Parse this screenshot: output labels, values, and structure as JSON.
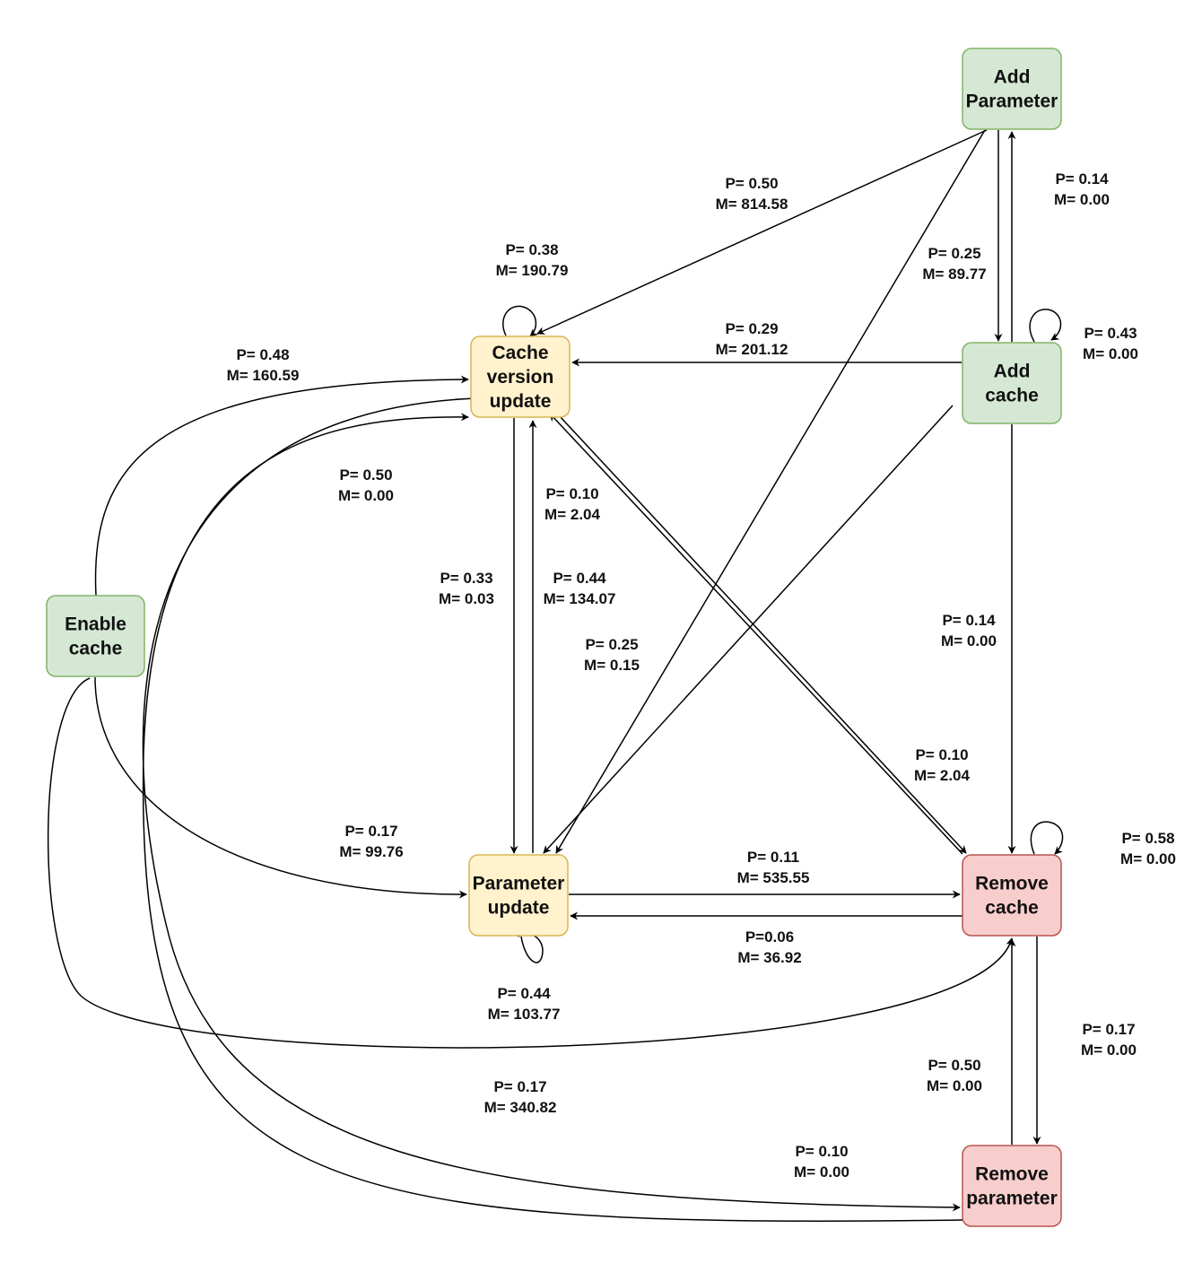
{
  "palette": {
    "green": {
      "fill": "#d5e8d4",
      "stroke": "#82b366"
    },
    "yellow": {
      "fill": "#fff2cc",
      "stroke": "#d6b656"
    },
    "red": {
      "fill": "#f8cecc",
      "stroke": "#b85450"
    }
  },
  "nodes": [
    {
      "id": "add_parameter",
      "lines": [
        "Add",
        "Parameter"
      ],
      "color": "green"
    },
    {
      "id": "add_cache",
      "lines": [
        "Add",
        "cache"
      ],
      "color": "green"
    },
    {
      "id": "enable_cache",
      "lines": [
        "Enable",
        "cache"
      ],
      "color": "green"
    },
    {
      "id": "cache_version_update",
      "lines": [
        "Cache",
        "version",
        "update"
      ],
      "color": "yellow"
    },
    {
      "id": "parameter_update",
      "lines": [
        "Parameter",
        "update"
      ],
      "color": "yellow"
    },
    {
      "id": "remove_cache",
      "lines": [
        "Remove",
        "cache"
      ],
      "color": "red"
    },
    {
      "id": "remove_parameter",
      "lines": [
        "Remove",
        "parameter"
      ],
      "color": "red"
    }
  ],
  "edges": [
    {
      "id": "e01",
      "from": "add_parameter",
      "to": "cache_version_update",
      "label": [
        "P= 0.50",
        "M= 814.58"
      ]
    },
    {
      "id": "e02",
      "from": "add_parameter",
      "to": "parameter_update",
      "label": [
        "P= 0.25",
        "M= 89.77"
      ]
    },
    {
      "id": "e03",
      "from": "add_parameter",
      "to": "add_cache",
      "label": []
    },
    {
      "id": "e04",
      "from": "add_cache",
      "to": "add_parameter",
      "label": [
        "P= 0.14",
        "M= 0.00"
      ]
    },
    {
      "id": "e05",
      "from": "add_cache",
      "to": "add_cache",
      "label": [
        "P= 0.43",
        "M= 0.00"
      ]
    },
    {
      "id": "e06",
      "from": "add_cache",
      "to": "cache_version_update",
      "label": [
        "P= 0.29",
        "M= 201.12"
      ]
    },
    {
      "id": "e07",
      "from": "add_cache",
      "to": "parameter_update",
      "label": [
        "P= 0.25",
        "M= 0.15"
      ]
    },
    {
      "id": "e08",
      "from": "add_cache",
      "to": "remove_cache",
      "label": [
        "P= 0.14",
        "M= 0.00"
      ]
    },
    {
      "id": "e09",
      "from": "cache_version_update",
      "to": "cache_version_update",
      "label": [
        "P= 0.38",
        "M= 190.79"
      ]
    },
    {
      "id": "e10",
      "from": "enable_cache",
      "to": "cache_version_update",
      "label": [
        "P= 0.48",
        "M= 160.59"
      ]
    },
    {
      "id": "e11",
      "from": "remove_parameter",
      "to": "cache_version_update",
      "label": [
        "P= 0.50",
        "M= 0.00"
      ]
    },
    {
      "id": "e12",
      "from": "cache_version_update",
      "to": "parameter_update",
      "label": [
        "P= 0.33",
        "M= 0.03"
      ]
    },
    {
      "id": "e13",
      "from": "parameter_update",
      "to": "cache_version_update",
      "label": [
        "P= 0.44",
        "M= 134.07"
      ]
    },
    {
      "id": "e14",
      "from": "remove_cache",
      "to": "cache_version_update",
      "label": [
        "P= 0.10",
        "M= 2.04"
      ]
    },
    {
      "id": "e15",
      "from": "cache_version_update",
      "to": "remove_cache",
      "label": [
        "P= 0.10",
        "M= 2.04"
      ]
    },
    {
      "id": "e16",
      "from": "enable_cache",
      "to": "parameter_update",
      "label": [
        "P= 0.17",
        "M= 99.76"
      ]
    },
    {
      "id": "e17",
      "from": "parameter_update",
      "to": "parameter_update",
      "label": [
        "P= 0.44",
        "M= 103.77"
      ]
    },
    {
      "id": "e18",
      "from": "parameter_update",
      "to": "remove_cache",
      "label": [
        "P= 0.11",
        "M= 535.55"
      ]
    },
    {
      "id": "e19",
      "from": "remove_cache",
      "to": "parameter_update",
      "label": [
        "P=0.06",
        "M= 36.92"
      ]
    },
    {
      "id": "e20",
      "from": "remove_cache",
      "to": "remove_cache",
      "label": [
        "P= 0.58",
        "M= 0.00"
      ]
    },
    {
      "id": "e21",
      "from": "enable_cache",
      "to": "remove_cache",
      "label": [
        "P= 0.17",
        "M= 340.82"
      ]
    },
    {
      "id": "e22",
      "from": "remove_cache",
      "to": "remove_parameter",
      "label": [
        "P= 0.17",
        "M= 0.00"
      ]
    },
    {
      "id": "e23",
      "from": "remove_parameter",
      "to": "remove_cache",
      "label": [
        "P= 0.50",
        "M= 0.00"
      ]
    },
    {
      "id": "e24",
      "from": "cache_version_update",
      "to": "remove_parameter",
      "label": [
        "P= 0.10",
        "M= 0.00"
      ]
    }
  ]
}
